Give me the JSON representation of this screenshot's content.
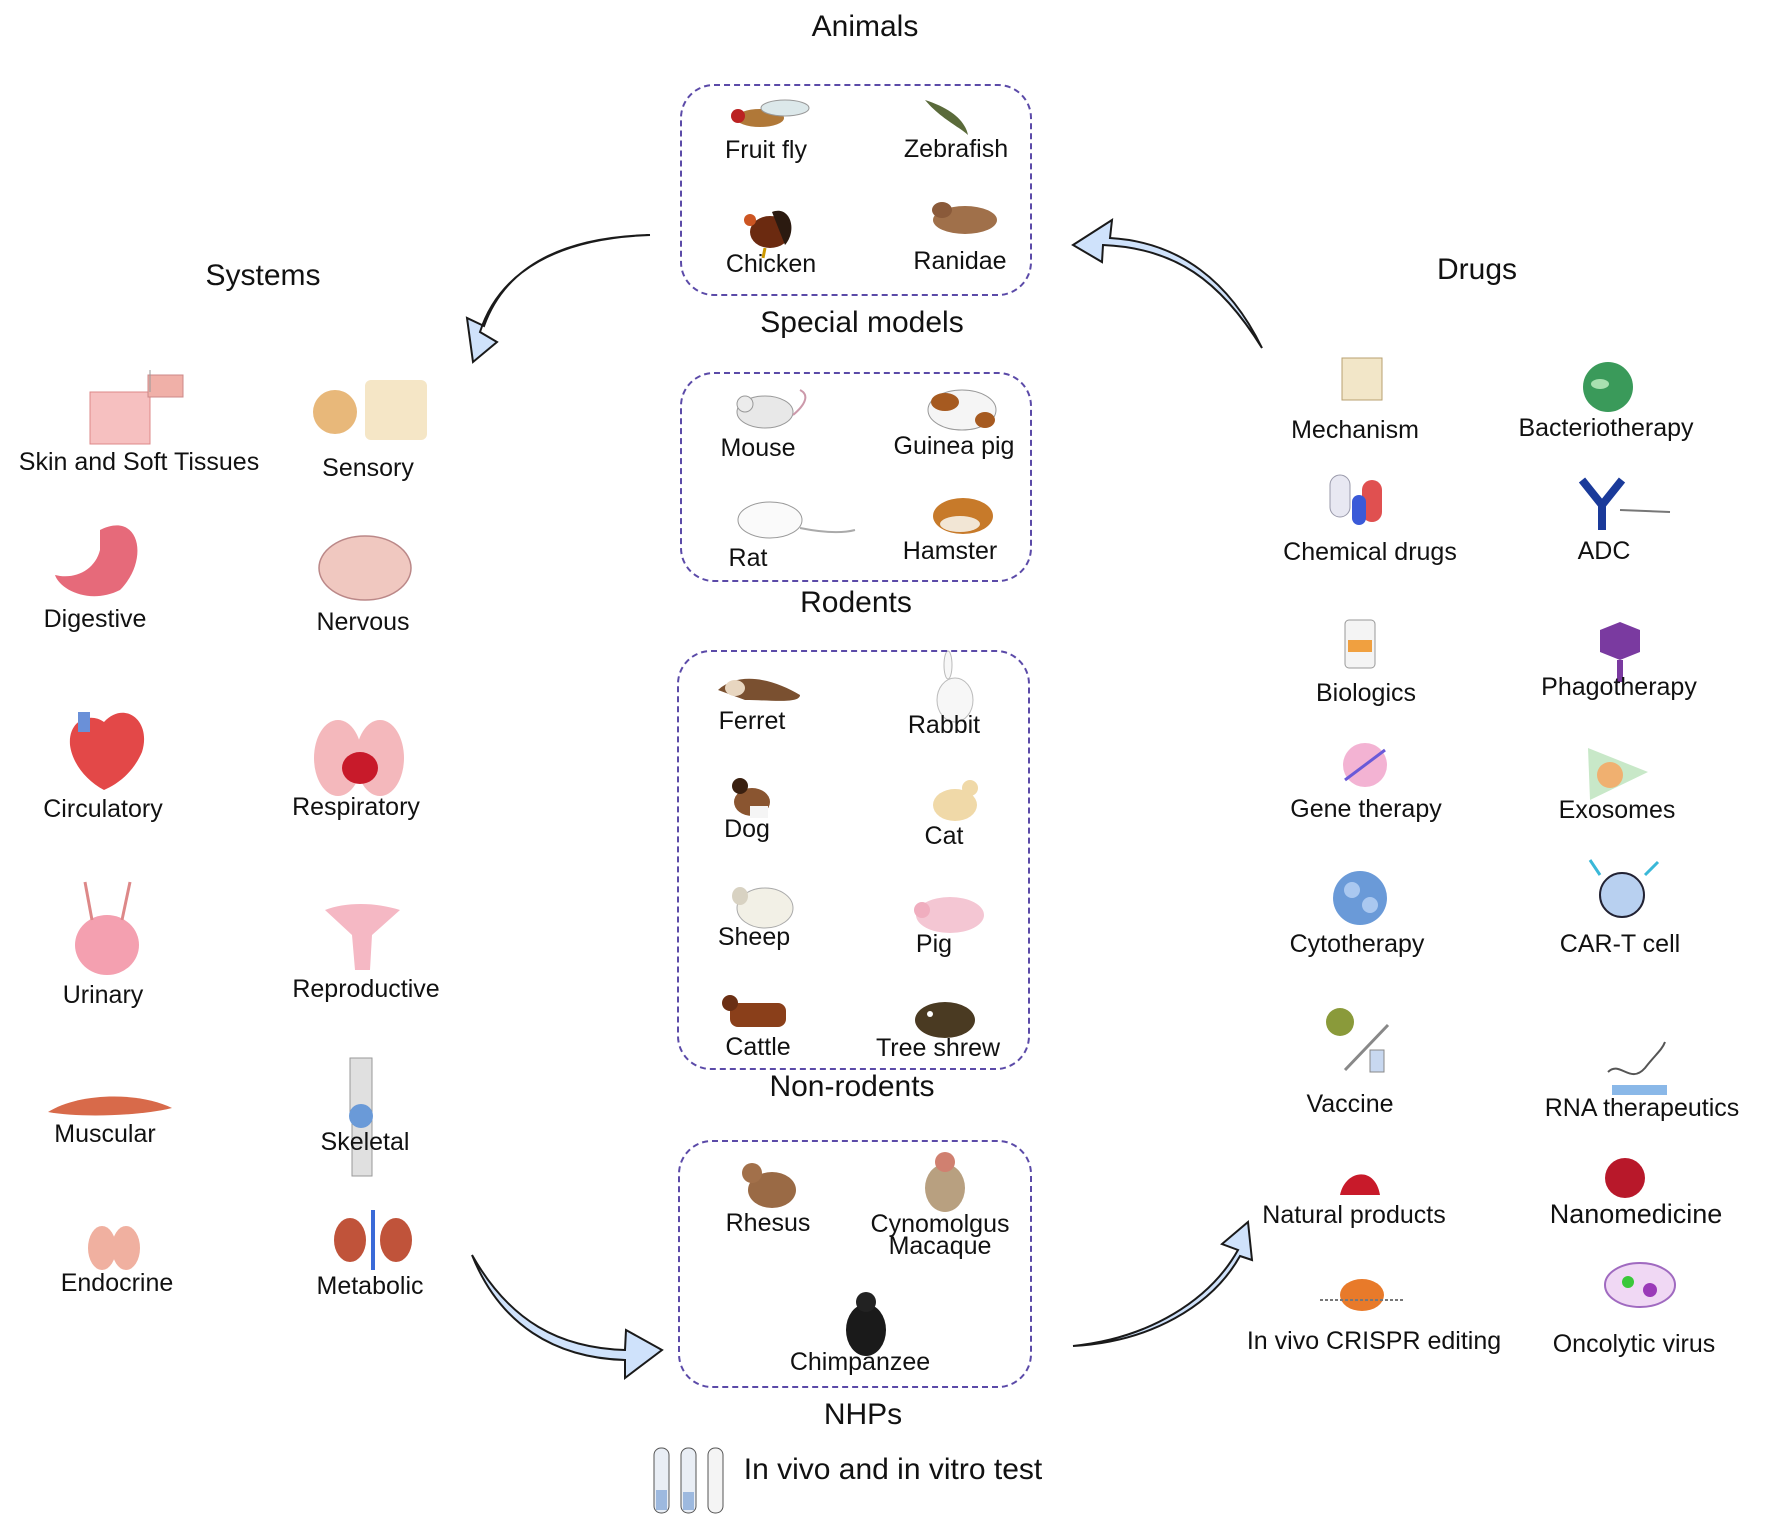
{
  "headings": {
    "animals": "Animals",
    "systems": "Systems",
    "drugs": "Drugs",
    "special_models": "Special models",
    "rodents": "Rodents",
    "non_rodents": "Non-rodents",
    "nhps": "NHPs",
    "test": "In vivo and in vitro test"
  },
  "special_models": [
    "Fruit fly",
    "Zebrafish",
    "Chicken",
    "Ranidae"
  ],
  "rodents": [
    "Mouse",
    "Guinea pig",
    "Rat",
    "Hamster"
  ],
  "non_rodents": [
    "Ferret",
    "Rabbit",
    "Dog",
    "Cat",
    "Sheep",
    "Pig",
    "Cattle",
    "Tree shrew"
  ],
  "nhps": [
    "Rhesus",
    "Cynomolgus",
    "Macaque",
    "Chimpanzee"
  ],
  "systems": [
    "Skin and Soft Tissues",
    "Sensory",
    "Digestive",
    "Nervous",
    "Circulatory",
    "Respiratory",
    "Urinary",
    "Reproductive",
    "Muscular",
    "Skeletal",
    "Endocrine",
    "Metabolic"
  ],
  "drugs": [
    "Mechanism",
    "Bacteriotherapy",
    "Chemical drugs",
    "ADC",
    "Biologics",
    "Phagotherapy",
    "Gene therapy",
    "Exosomes",
    "Cytotherapy",
    "CAR-T cell",
    "Vaccine",
    "RNA therapeutics",
    "Natural products",
    "Nanomedicine",
    "In vivo CRISPR editing",
    "Oncolytic virus"
  ],
  "colors": {
    "frame": "#5b4aa8",
    "arrow_fill": "#cfe2fb",
    "arrow_stroke": "#1a1a1a"
  }
}
